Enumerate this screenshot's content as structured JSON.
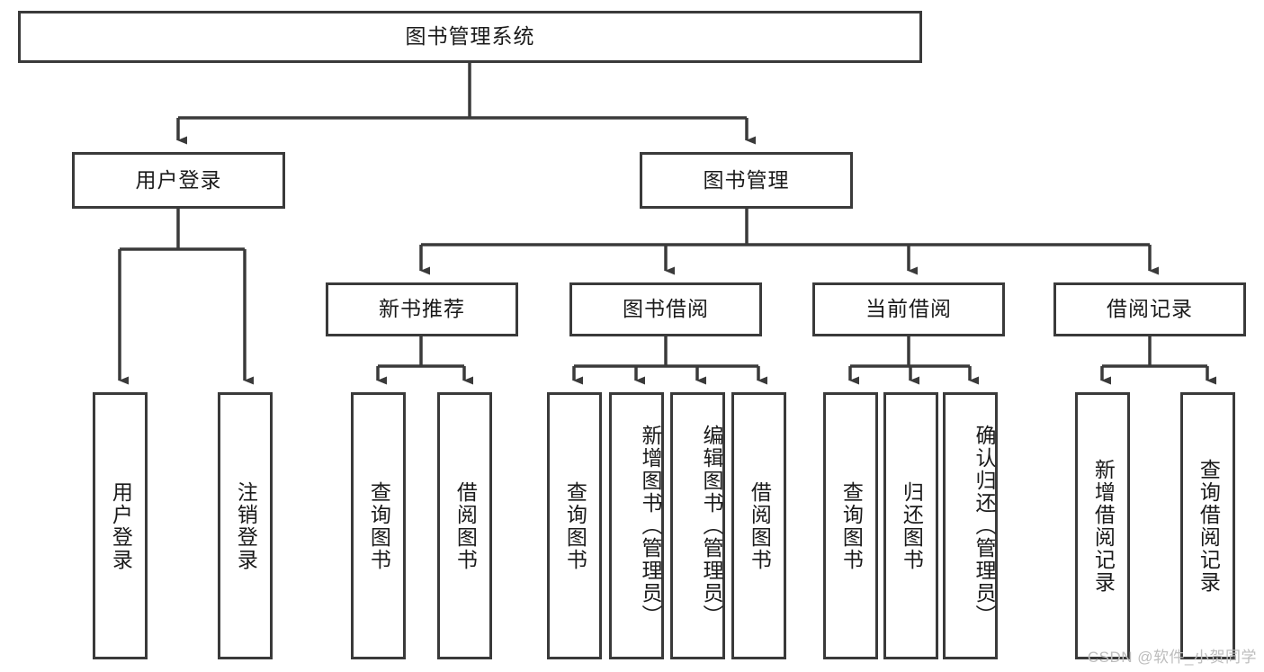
{
  "diagram": {
    "title_node": {
      "id": "root",
      "label": "图书管理系统"
    },
    "level2": [
      {
        "id": "user-login",
        "label": "用户登录"
      },
      {
        "id": "book-manage",
        "label": "图书管理"
      }
    ],
    "level3": [
      {
        "id": "new-book-rec",
        "label": "新书推荐"
      },
      {
        "id": "book-borrow",
        "label": "图书借阅"
      },
      {
        "id": "current-borrow",
        "label": "当前借阅"
      },
      {
        "id": "borrow-record",
        "label": "借阅记录"
      }
    ],
    "leaves": {
      "user_login": [
        {
          "id": "leaf-user-login",
          "label": "用户登录"
        },
        {
          "id": "leaf-logout-login",
          "label": "注销登录"
        }
      ],
      "new_book_rec": [
        {
          "id": "leaf-query-book-1",
          "label": "查询图书"
        },
        {
          "id": "leaf-borrow-book-1",
          "label": "借阅图书"
        }
      ],
      "book_borrow": [
        {
          "id": "leaf-query-book-2",
          "label": "查询图书"
        },
        {
          "id": "leaf-add-book",
          "label": "新增图书（管理员）"
        },
        {
          "id": "leaf-edit-book",
          "label": "编辑图书（管理员）"
        },
        {
          "id": "leaf-borrow-book-2",
          "label": "借阅图书"
        }
      ],
      "current_borrow": [
        {
          "id": "leaf-query-book-3",
          "label": "查询图书"
        },
        {
          "id": "leaf-return-book",
          "label": "归还图书"
        },
        {
          "id": "leaf-confirm-return",
          "label": "确认归还（管理员）"
        }
      ],
      "borrow_record": [
        {
          "id": "leaf-add-record",
          "label": "新增借阅记录"
        },
        {
          "id": "leaf-query-record",
          "label": "查询借阅记录"
        }
      ]
    }
  },
  "watermark": {
    "text": "CSDN @软件_小贺同学"
  },
  "colors": {
    "stroke": "#3a3a3a",
    "background": "#ffffff",
    "text": "#1a1a1a",
    "watermark": "#bdbdbd"
  }
}
